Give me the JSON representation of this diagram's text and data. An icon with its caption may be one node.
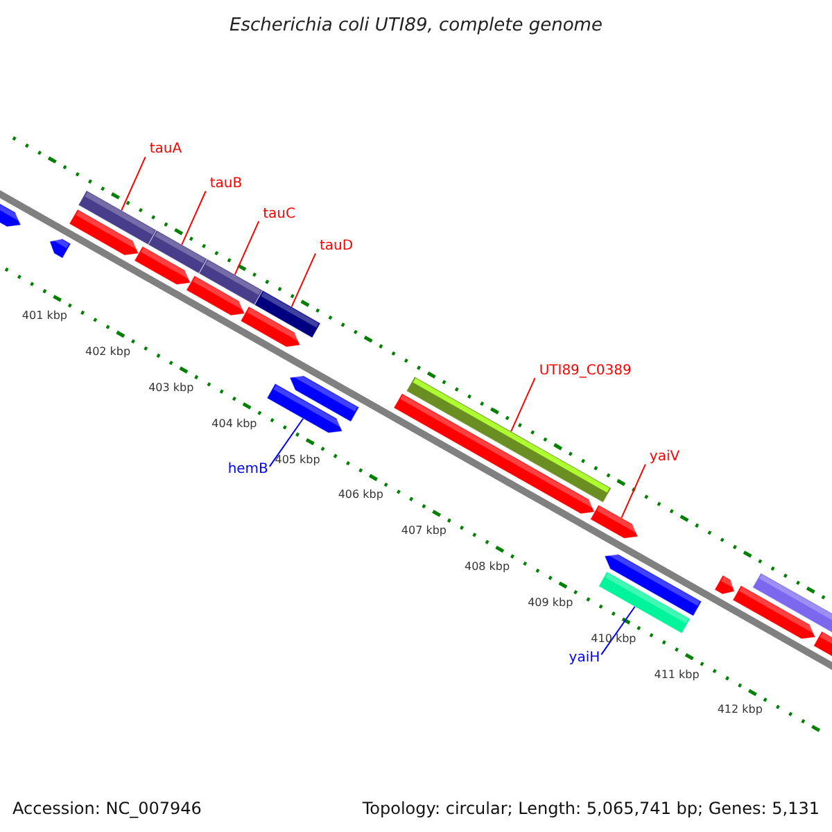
{
  "diagram": {
    "title": "Escherichia coli UTI89, complete genome",
    "nodes": [
      {
        "text": [
          "tauA"
        ]
      },
      {
        "text": [
          "tauB"
        ]
      },
      {
        "text": [
          "tauC"
        ]
      },
      {
        "text": [
          "tauD"
        ]
      },
      {
        "text": [
          "UTI89_C0389"
        ]
      },
      {
        "text": [
          "yaiV"
        ]
      },
      {
        "text": [
          "hemB"
        ]
      },
      {
        "text": [
          "yaiH"
        ]
      },
      {
        "text": [],
        "shape": "bar"
      },
      {
        "text": [],
        "shape": "bar"
      },
      {
        "text": [],
        "shape": "bar"
      },
      {
        "text": [],
        "shape": "bar"
      },
      {
        "text": [],
        "shape": "bar"
      },
      {
        "text": [],
        "shape": "bar"
      },
      {
        "text": [],
        "shape": "bar"
      },
      {
        "text": [],
        "shape": "bar"
      }
    ],
    "edges": [
      {
        "from": 0,
        "to": 8,
        "arrow": "none"
      },
      {
        "from": 1,
        "to": 9,
        "arrow": "none"
      },
      {
        "from": 2,
        "to": 10,
        "arrow": "none"
      },
      {
        "from": 3,
        "to": 11,
        "arrow": "none"
      },
      {
        "from": 4,
        "to": 13,
        "arrow": "none"
      },
      {
        "from": 5,
        "to": 14,
        "arrow": "none"
      },
      {
        "from": 6,
        "to": 12,
        "arrow": "none",
        "color": "#0000ff"
      },
      {
        "from": 7,
        "to": 15,
        "arrow": "none",
        "color": "#0000ff"
      }
    ],
    "labels": [
      "401 kbp",
      "402 kbp",
      "403 kbp",
      "404 kbp",
      "405 kbp",
      "406 kbp",
      "407 kbp",
      "408 kbp",
      "409 kbp",
      "410 kbp",
      "411 kbp",
      "412 kbp",
      "Accession: NC_007946",
      "Topology: circular; Length: 5,065,741 bp; Genes: 5,131"
    ]
  }
}
